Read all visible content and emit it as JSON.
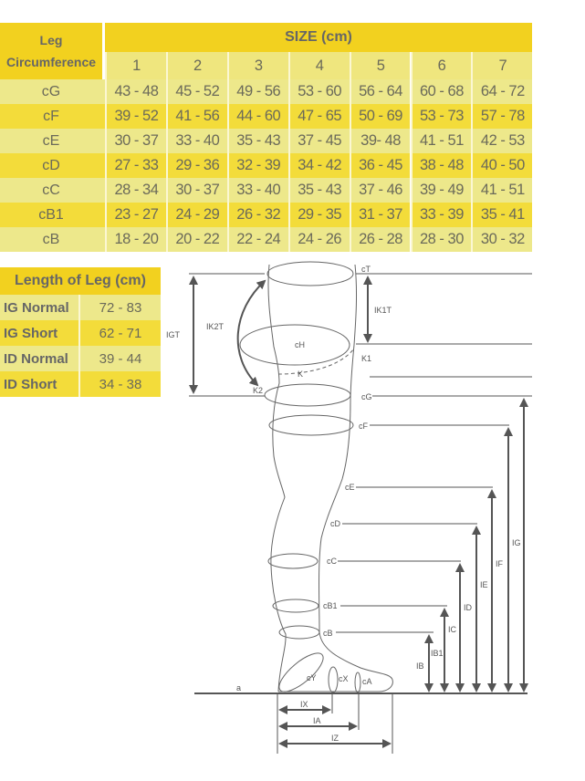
{
  "size_table": {
    "corner_label_1": "Leg",
    "corner_label_2": "Circumference",
    "header": "SIZE (cm)",
    "sizes": [
      "1",
      "2",
      "3",
      "4",
      "5",
      "6",
      "7"
    ],
    "rows": [
      {
        "label": "cG",
        "values": [
          "43 - 48",
          "45 - 52",
          "49 - 56",
          "53 - 60",
          "56 - 64",
          "60 - 68",
          "64 - 72"
        ]
      },
      {
        "label": "cF",
        "values": [
          "39 - 52",
          "41 - 56",
          "44 - 60",
          "47 - 65",
          "50 - 69",
          "53 - 73",
          "57 - 78"
        ]
      },
      {
        "label": "cE",
        "values": [
          "30 - 37",
          "33 - 40",
          "35 - 43",
          "37 - 45",
          "39- 48",
          "41 - 51",
          "42 - 53"
        ]
      },
      {
        "label": "cD",
        "values": [
          "27 - 33",
          "29 - 36",
          "32 - 39",
          "34 - 42",
          "36 - 45",
          "38 - 48",
          "40 - 50"
        ]
      },
      {
        "label": "cC",
        "values": [
          "28 - 34",
          "30 - 37",
          "33 - 40",
          "35 - 43",
          "37 - 46",
          "39 - 49",
          "41 - 51"
        ]
      },
      {
        "label": "cB1",
        "values": [
          "23 - 27",
          "24 - 29",
          "26 - 32",
          "29 - 35",
          "31 - 37",
          "33 - 39",
          "35 - 41"
        ]
      },
      {
        "label": "cB",
        "values": [
          "18 - 20",
          "20 - 22",
          "22 - 24",
          "24 - 26",
          "26 - 28",
          "28 - 30",
          "30 - 32"
        ]
      }
    ]
  },
  "length_table": {
    "title": "Length of Leg (cm)",
    "rows": [
      {
        "label": "IG Normal",
        "value": "72 - 83"
      },
      {
        "label": "IG Short",
        "value": "62 - 71"
      },
      {
        "label": "ID Normal",
        "value": "39 - 44"
      },
      {
        "label": "ID Short",
        "value": "34 - 38"
      }
    ]
  },
  "diagram": {
    "labels": {
      "cT": "cT",
      "cH": "cH",
      "K1": "K1",
      "K": "K",
      "K2": "K2",
      "cG": "cG",
      "cF": "cF",
      "cE": "cE",
      "cD": "cD",
      "cC": "cC",
      "cB1": "cB1",
      "cB": "cB",
      "cY": "cY",
      "cX": "cX",
      "cA": "cA",
      "a": "a",
      "IGT": "IGT",
      "IK2T": "IK2T",
      "IK1T": "IK1T",
      "IB": "IB",
      "IB1": "IB1",
      "IC": "IC",
      "ID": "ID",
      "IE": "IE",
      "IF": "IF",
      "IG": "IG",
      "IX": "IX",
      "IA": "IA",
      "IZ": "IZ"
    }
  },
  "colors": {
    "header": "#f2d11f",
    "row_light": "#ede88b",
    "row_dark": "#f3dc3a",
    "text": "#6b6a5a"
  }
}
